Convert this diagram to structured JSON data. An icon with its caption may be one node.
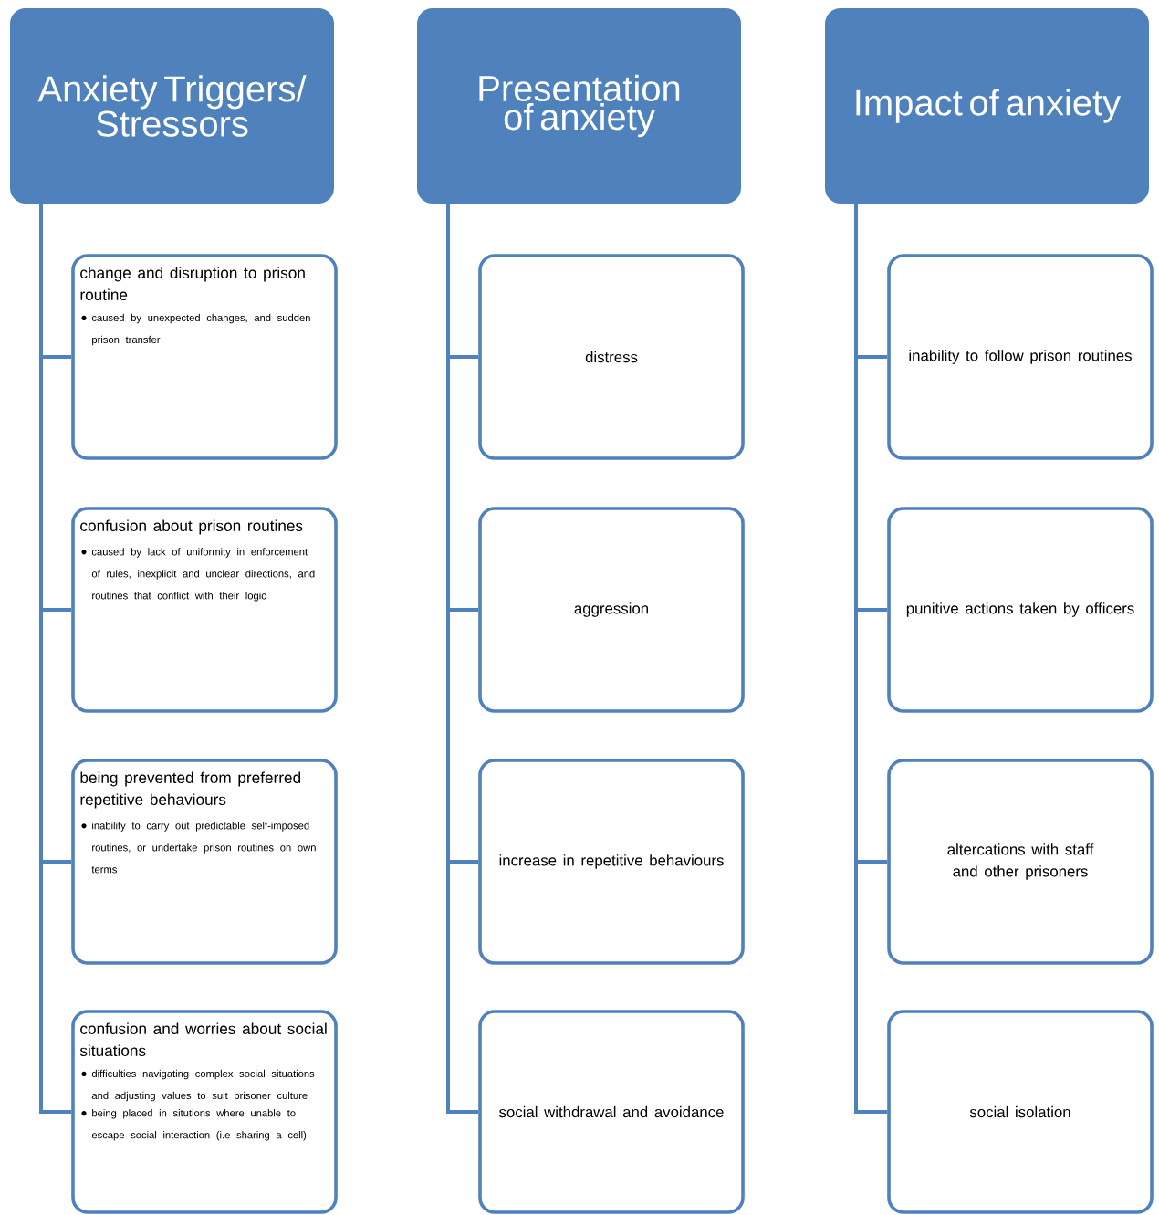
{
  "diagram": {
    "nodes": [
      {
        "text": [
          "Anxiety Triggers/ Stressors"
        ]
      },
      {
        "text": [
          "change and disruption to prison routine",
          "caused by unexpected changes, and sudden prison transfer"
        ]
      },
      {
        "text": [
          "confusion about prison routines",
          "caused by lack of uniformity in enforcement of rules, inexplicit and unclear directions, and routines that conflict with their logic"
        ]
      },
      {
        "text": [
          "being prevented from preferred repetitive behaviours",
          "inability to carry out predictable self-imposed routines, or undertake prison routines on own terms"
        ]
      },
      {
        "text": [
          "confusion and worries about social situations",
          "difficulties navigating complex social situations and adjusting values to suit prisoner culture",
          "being placed in situtions where unable to escape social interaction (i.e sharing a cell)"
        ]
      },
      {
        "text": [
          "Presentation of anxiety"
        ]
      },
      {
        "text": [
          "distress"
        ]
      },
      {
        "text": [
          "aggression"
        ]
      },
      {
        "text": [
          "increase in repetitive behaviours"
        ]
      },
      {
        "text": [
          "social withdrawal and avoidance"
        ]
      },
      {
        "text": [
          "Impact of anxiety"
        ]
      },
      {
        "text": [
          "inability to follow prison routines"
        ]
      },
      {
        "text": [
          "punitive actions taken by officers"
        ]
      },
      {
        "text": [
          "altercations with staff and other prisoners"
        ]
      },
      {
        "text": [
          "social isolation"
        ]
      }
    ],
    "edges": [
      {
        "from": 0,
        "to": 1,
        "arrow": "none"
      },
      {
        "from": 0,
        "to": 2,
        "arrow": "none"
      },
      {
        "from": 0,
        "to": 3,
        "arrow": "none"
      },
      {
        "from": 0,
        "to": 4,
        "arrow": "none"
      },
      {
        "from": 5,
        "to": 6,
        "arrow": "none"
      },
      {
        "from": 5,
        "to": 7,
        "arrow": "none"
      },
      {
        "from": 5,
        "to": 8,
        "arrow": "none"
      },
      {
        "from": 5,
        "to": 9,
        "arrow": "none"
      },
      {
        "from": 10,
        "to": 11,
        "arrow": "none"
      },
      {
        "from": 10,
        "to": 12,
        "arrow": "none"
      },
      {
        "from": 10,
        "to": 13,
        "arrow": "none"
      },
      {
        "from": 10,
        "to": 14,
        "arrow": "none"
      }
    ]
  }
}
